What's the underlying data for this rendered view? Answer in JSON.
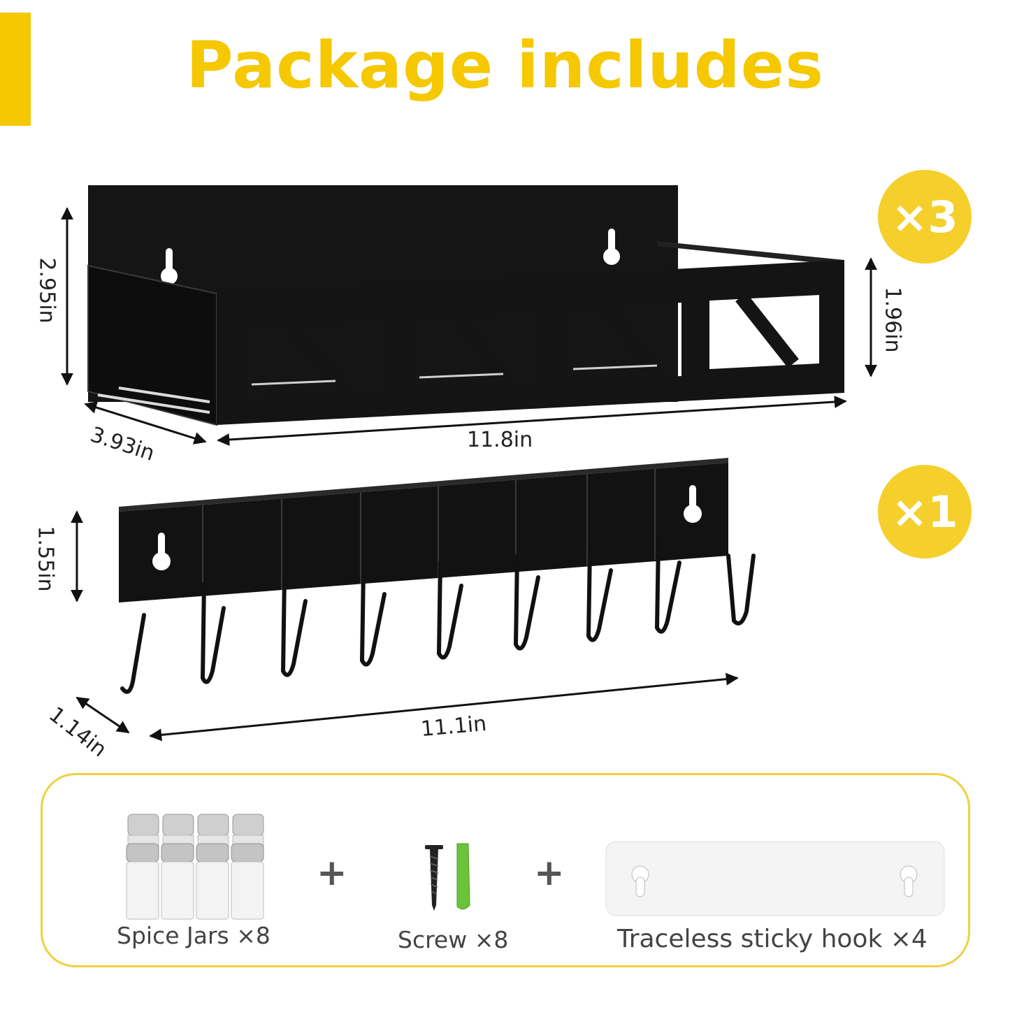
{
  "title": "Package includes",
  "colors": {
    "accent": "#f5c800",
    "badge": "#f5cf2b",
    "product": "#111111",
    "plug": "#6cc33a"
  },
  "shelf": {
    "height": "2.95in",
    "front_height": "1.96in",
    "depth": "3.93in",
    "length": "11.8in",
    "quantity": "×3"
  },
  "hook_rack": {
    "height": "1.55in",
    "depth": "1.14in",
    "length": "11.1in",
    "quantity": "×1",
    "hook_count": 9
  },
  "extras": {
    "items": [
      {
        "icon": "spice-jars-icon",
        "label": "Spice Jars ×8"
      },
      {
        "icon": "screw-icon",
        "label": "Screw ×8"
      },
      {
        "icon": "sticky-hook-icon",
        "label": "Traceless sticky hook ×4"
      }
    ],
    "separator": "+"
  }
}
